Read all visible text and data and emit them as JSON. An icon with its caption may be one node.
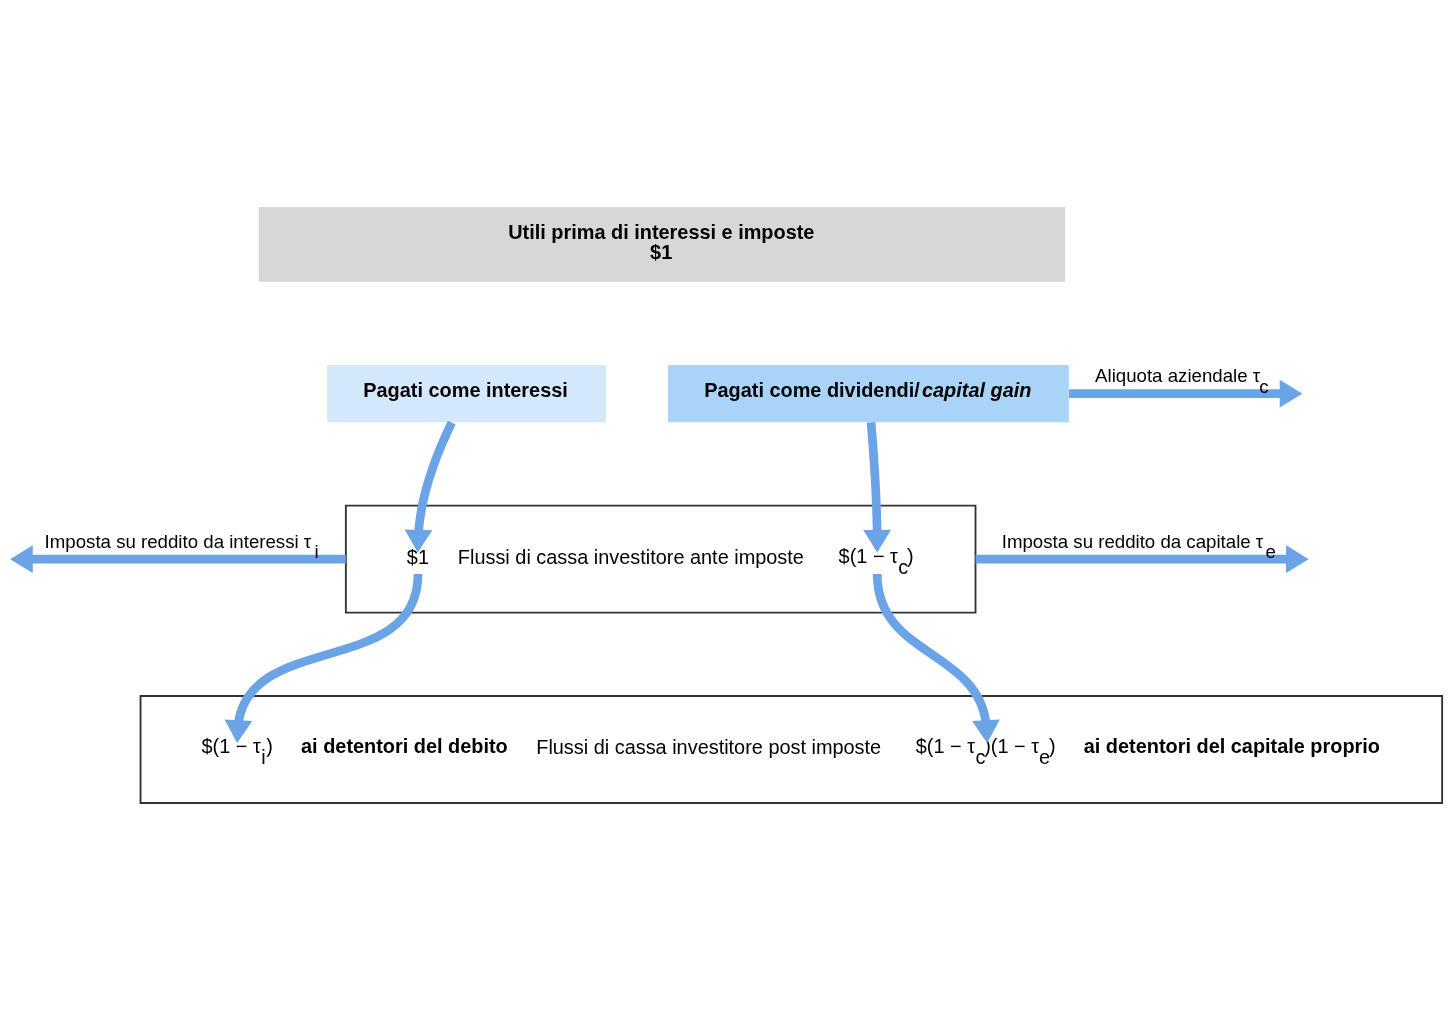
{
  "diagram": {
    "nodes": [
      {
        "text": [
          "Utili prima di interessi e imposte",
          "$1"
        ]
      },
      {
        "text": [
          "Pagati come interessi"
        ]
      },
      {
        "text": [
          "Pagati come dividendi/*capital gain*"
        ]
      },
      {
        "text": [
          "$1",
          "Flussi di cassa investitore ante imposte",
          "$(1 − τ$_{c}$)"
        ]
      },
      {
        "text": [
          "$(1 − τ$_{i}$)",
          "ai detentori del debito",
          "Flussi di cassa investitore post imposte",
          "$(1 − τ$_{c}$)(1 − τ$_{e}$)",
          "ai detentori del capitale proprio"
        ]
      }
    ],
    "edges": [
      {
        "from": 1,
        "to": 3,
        "arrow": "to"
      },
      {
        "from": 2,
        "to": 3,
        "arrow": "to"
      },
      {
        "from": 2,
        "to": null,
        "arrow": "to",
        "label": "Aliquota aziendale τ$_{c}$"
      },
      {
        "from": 3,
        "to": 4,
        "arrow": "to"
      },
      {
        "from": 3,
        "to": null,
        "arrow": "to",
        "label": "Imposta su reddito da interessi τ$_{i}$"
      },
      {
        "from": 3,
        "to": 4,
        "arrow": "to"
      },
      {
        "from": 3,
        "to": null,
        "arrow": "to",
        "label": "Imposta su reddito da capitale τ$_{e}$"
      }
    ]
  }
}
